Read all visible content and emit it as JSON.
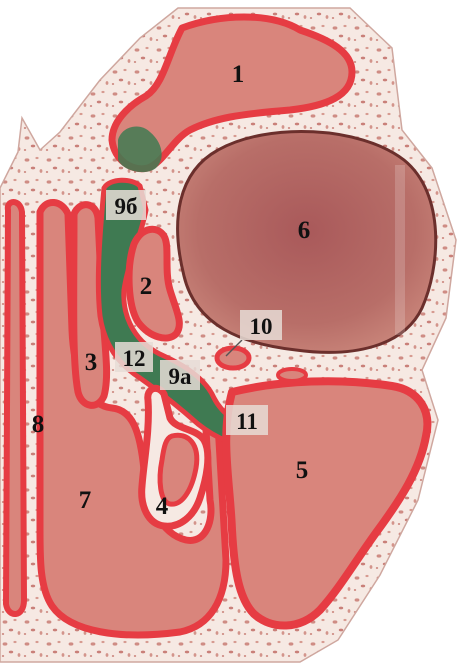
{
  "colors": {
    "background": "#ffffff",
    "bone": "#f4e6df",
    "bone_speckle": "#c77f78",
    "mucosa": "#e63c43",
    "cavity": "#d9857c",
    "orbit": "#b46a66",
    "drainage_green": "#3f7a52",
    "label_box": "#e6dcd6",
    "text": "#111111"
  },
  "labels": {
    "l1": "1",
    "l2": "2",
    "l3": "3",
    "l4": "4",
    "l5": "5",
    "l6": "6",
    "l7": "7",
    "l8": "8",
    "l9a": "9а",
    "l9b": "9б",
    "l10": "10",
    "l11": "11",
    "l12": "12"
  }
}
